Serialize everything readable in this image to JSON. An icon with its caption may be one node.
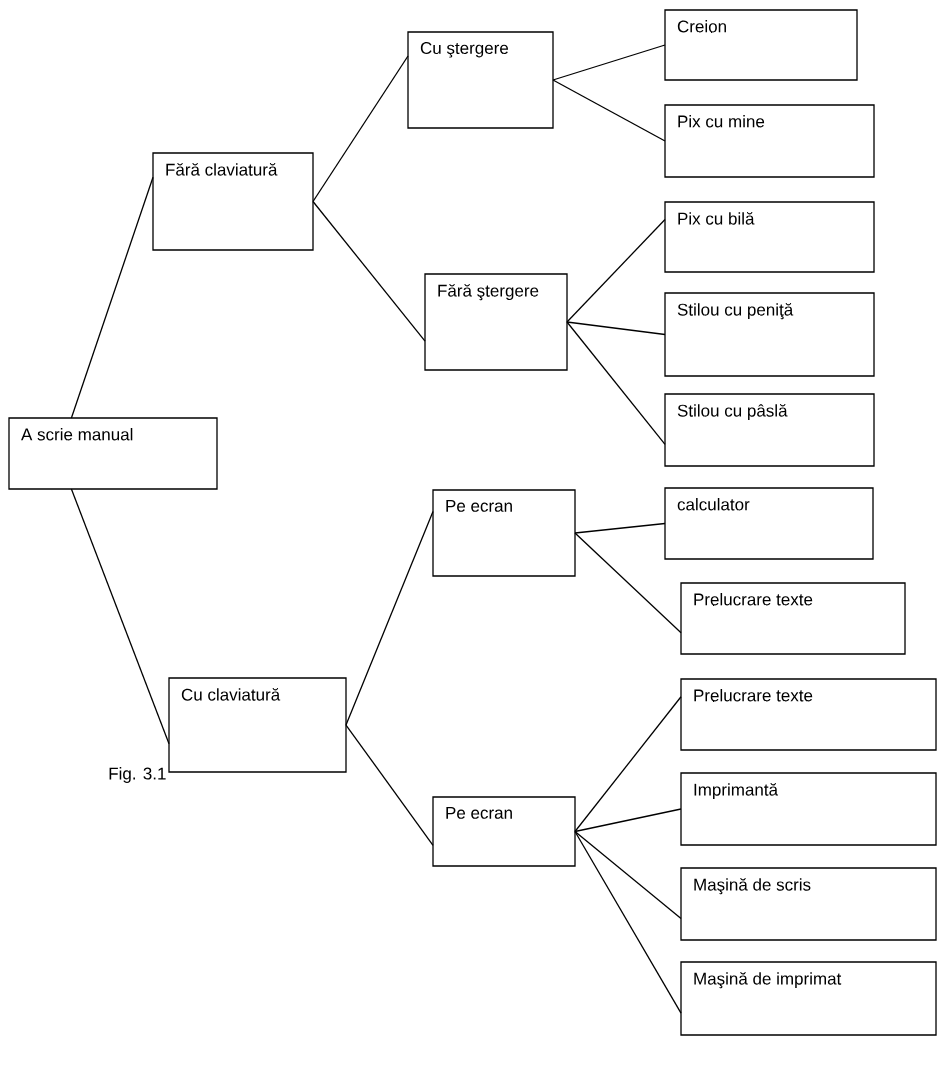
{
  "diagram": {
    "nodes": [
      {
        "text": [
          "A scrie manual"
        ]
      },
      {
        "text": [
          "Fără claviatură"
        ]
      },
      {
        "text": [
          "Cu ştergere"
        ]
      },
      {
        "text": [
          "Creion"
        ]
      },
      {
        "text": [
          "Pix cu mine"
        ]
      },
      {
        "text": [
          "Fără ştergere"
        ]
      },
      {
        "text": [
          "Pix cu bilă"
        ]
      },
      {
        "text": [
          "Stilou cu peniţă"
        ]
      },
      {
        "text": [
          "Stilou cu pâslă"
        ]
      },
      {
        "text": [
          "Cu claviatură"
        ]
      },
      {
        "text": [
          "Pe ecran"
        ]
      },
      {
        "text": [
          "calculator"
        ]
      },
      {
        "text": [
          "Prelucrare texte"
        ]
      },
      {
        "text": [
          "Pe ecran"
        ]
      },
      {
        "text": [
          "Prelucrare texte"
        ]
      },
      {
        "text": [
          "Imprimantă"
        ]
      },
      {
        "text": [
          "Maşină de scris"
        ]
      },
      {
        "text": [
          "Maşină de imprimat"
        ]
      }
    ],
    "edges": [
      {
        "from": 0,
        "to": 1,
        "arrow": "none"
      },
      {
        "from": 1,
        "to": 2,
        "arrow": "none"
      },
      {
        "from": 2,
        "to": 3,
        "arrow": "none"
      },
      {
        "from": 2,
        "to": 4,
        "arrow": "none"
      },
      {
        "from": 1,
        "to": 5,
        "arrow": "none"
      },
      {
        "from": 5,
        "to": 6,
        "arrow": "none"
      },
      {
        "from": 5,
        "to": 7,
        "arrow": "none"
      },
      {
        "from": 5,
        "to": 8,
        "arrow": "none"
      },
      {
        "from": 0,
        "to": 9,
        "arrow": "none"
      },
      {
        "from": 9,
        "to": 10,
        "arrow": "none"
      },
      {
        "from": 10,
        "to": 11,
        "arrow": "none"
      },
      {
        "from": 10,
        "to": 12,
        "arrow": "none"
      },
      {
        "from": 9,
        "to": 13,
        "arrow": "none"
      },
      {
        "from": 13,
        "to": 14,
        "arrow": "none"
      },
      {
        "from": 13,
        "to": 15,
        "arrow": "none"
      },
      {
        "from": 13,
        "to": 16,
        "arrow": "none"
      },
      {
        "from": 13,
        "to": 17,
        "arrow": "none"
      }
    ],
    "labels": [
      "Fig. 3.1"
    ]
  }
}
